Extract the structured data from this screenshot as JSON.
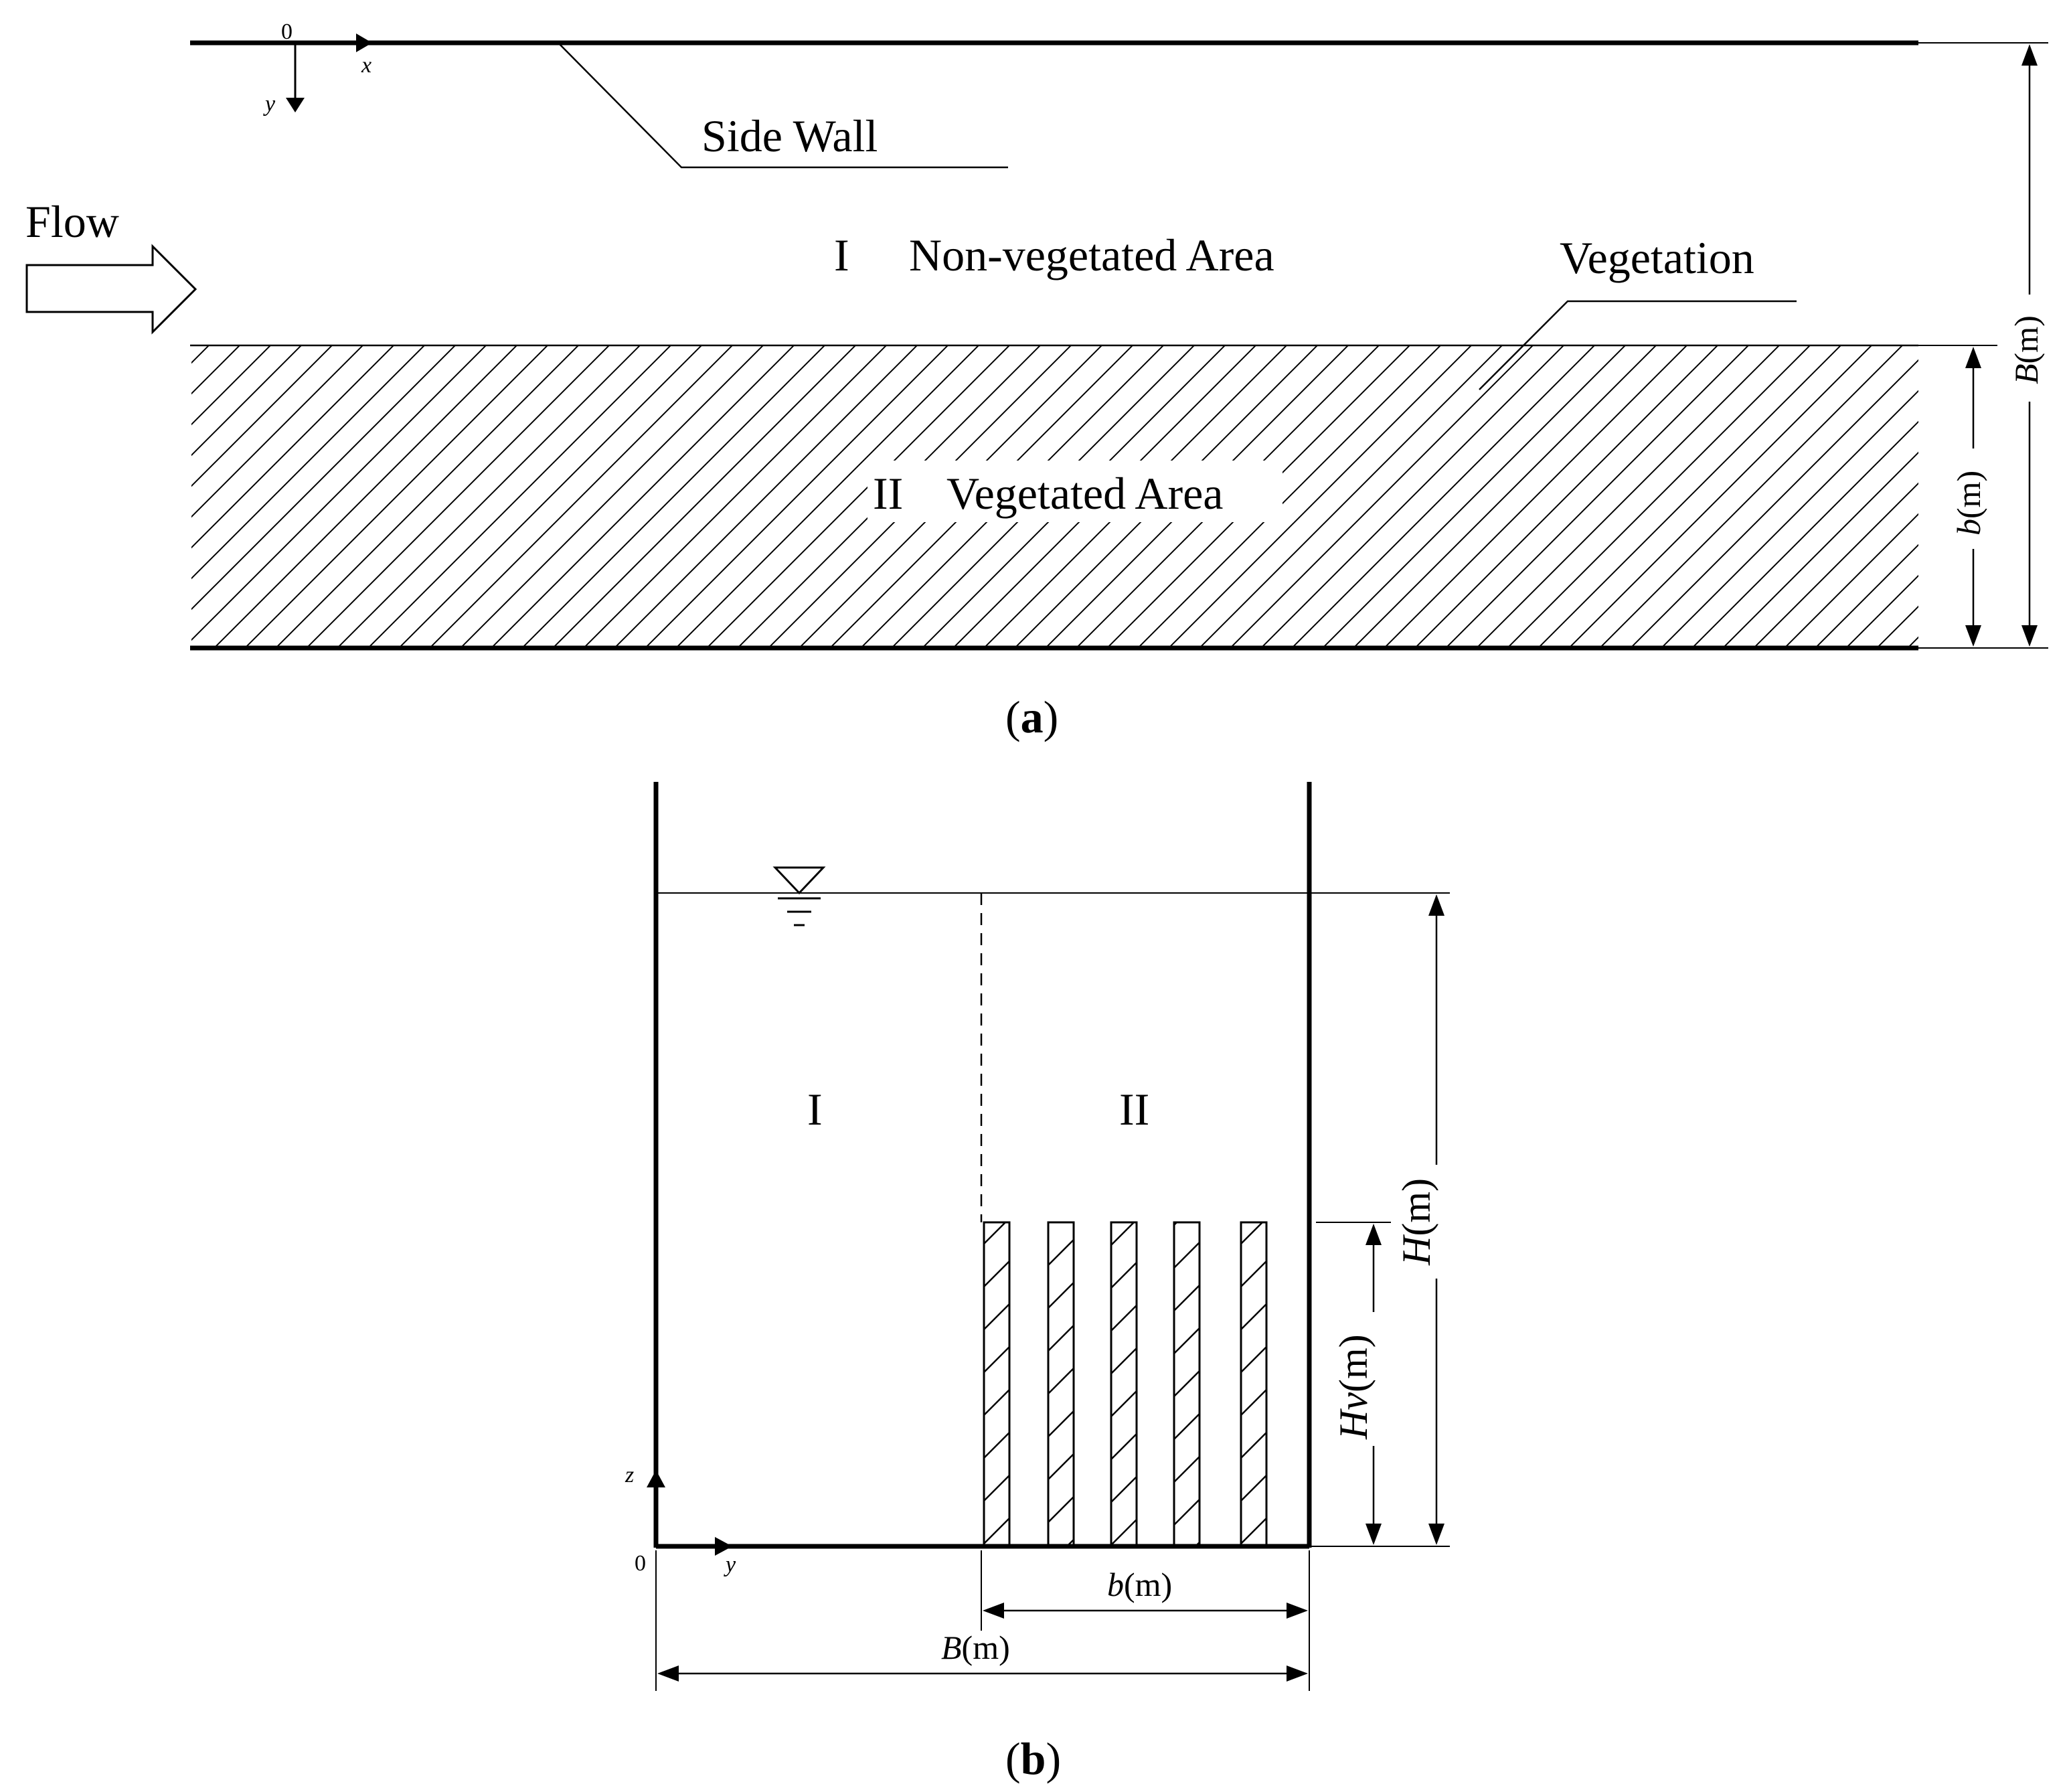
{
  "panel_a": {
    "origin": "0",
    "axis_x": "x",
    "axis_y": "y",
    "side_wall_label": "Side Wall",
    "flow_label": "Flow",
    "region_one_numeral": "I",
    "region_one_label": "Non-vegetated Area",
    "vegetation_label": "Vegetation",
    "region_two_numeral": "II",
    "region_two_label": "Vegetated Area",
    "dim_total_var": "B",
    "dim_total_unit": "(m)",
    "dim_veg_var": "b",
    "dim_veg_unit": "(m)",
    "caption_letter": "a"
  },
  "panel_b": {
    "region_one_numeral": "I",
    "region_two_numeral": "II",
    "origin": "0",
    "axis_z": "z",
    "axis_y": "y",
    "dim_depth_var": "H",
    "dim_depth_unit": "(m)",
    "dim_veg_height_var": "Hv",
    "dim_veg_height_unit": "(m)",
    "dim_veg_width_var": "b",
    "dim_veg_width_unit": "(m)",
    "dim_total_width_var": "B",
    "dim_total_width_unit": "(m)",
    "caption_letter": "b"
  },
  "colors": {
    "ink": "#000000",
    "paper": "#ffffff"
  }
}
